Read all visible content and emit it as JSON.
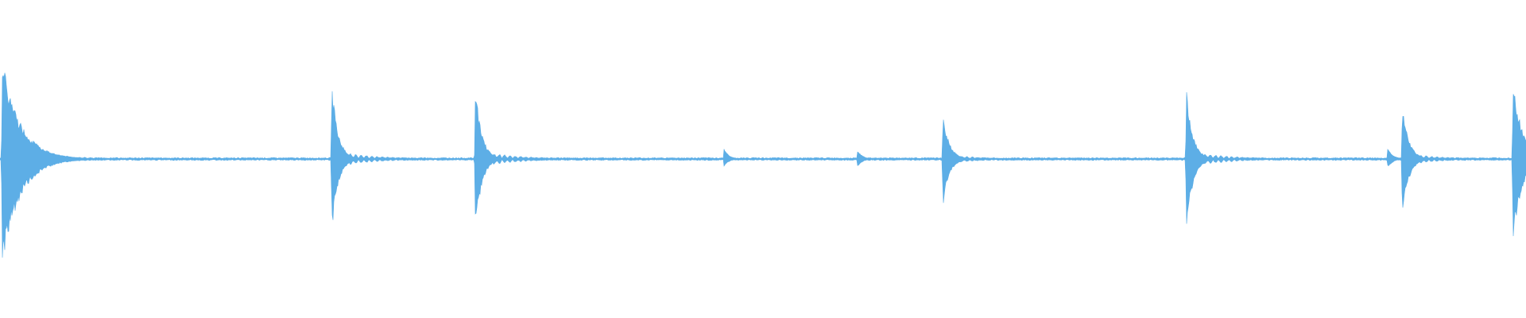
{
  "waveform": {
    "color": "#5daee6",
    "background": "#ffffff",
    "duration": 1,
    "noise_floor": 0.006,
    "transients": [
      {
        "time": 0.0015,
        "peak_top": 0.63,
        "peak_bottom": 0.66,
        "decay": 0.012,
        "tail": 0.08
      },
      {
        "time": 0.2175,
        "peak_top": 0.49,
        "peak_bottom": 0.48,
        "decay": 0.004,
        "tail": 0.07
      },
      {
        "time": 0.3115,
        "peak_top": 0.49,
        "peak_bottom": 0.49,
        "decay": 0.004,
        "tail": 0.07
      },
      {
        "time": 0.4745,
        "peak_top": 0.07,
        "peak_bottom": 0.05,
        "decay": 0.003,
        "tail": 0.02
      },
      {
        "time": 0.562,
        "peak_top": 0.06,
        "peak_bottom": 0.05,
        "decay": 0.003,
        "tail": 0.02
      },
      {
        "time": 0.618,
        "peak_top": 0.29,
        "peak_bottom": 0.3,
        "decay": 0.004,
        "tail": 0.06
      },
      {
        "time": 0.7775,
        "peak_top": 0.46,
        "peak_bottom": 0.48,
        "decay": 0.004,
        "tail": 0.07
      },
      {
        "time": 0.9095,
        "peak_top": 0.08,
        "peak_bottom": 0.06,
        "decay": 0.003,
        "tail": 0.02
      },
      {
        "time": 0.919,
        "peak_top": 0.37,
        "peak_bottom": 0.38,
        "decay": 0.004,
        "tail": 0.06
      },
      {
        "time": 0.9915,
        "peak_top": 0.51,
        "peak_bottom": 0.52,
        "decay": 0.006,
        "tail": 0.05
      }
    ]
  }
}
